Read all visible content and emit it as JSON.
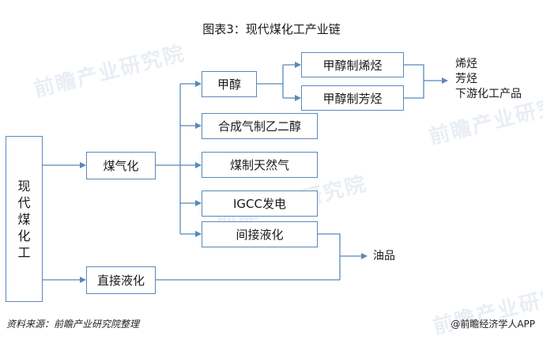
{
  "title": "图表3：现代煤化工产业链",
  "source_text": "资料来源：前瞻产业研究院整理",
  "brand_text": "@前瞻经济学人APP",
  "watermark_text": "前瞻产业研究院",
  "line_color": "#5b88b9",
  "nodes": {
    "root": [
      "现",
      "代",
      "煤",
      "化",
      "工"
    ],
    "coal_gasification": "煤气化",
    "direct_liquefaction": "直接液化",
    "methanol": "甲醇",
    "syngas_ethylene_glycol": "合成气制乙二醇",
    "coal_to_sng": "煤制天然气",
    "igcc": "IGCC发电",
    "indirect_liquefaction": "间接液化",
    "methanol_to_olefins": "甲醇制烯烃",
    "methanol_to_aromatics": "甲醇制芳烃"
  },
  "products": {
    "downstream": [
      "烯烃",
      "芳烃",
      "下游化工产品"
    ],
    "oil": "油品"
  }
}
